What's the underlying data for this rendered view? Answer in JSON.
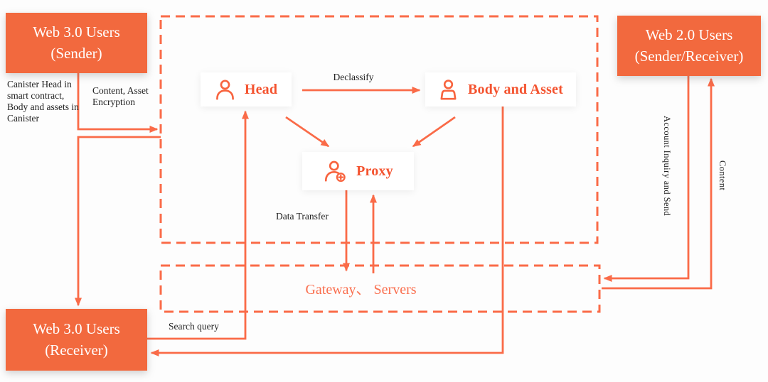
{
  "colors": {
    "box_fill": "#F2693E",
    "line": "#FA6B48",
    "node_label": "#F4532F",
    "gateway_text": "#FA7050",
    "note_text": "#222222",
    "box_text": "#ffffff"
  },
  "nodes": {
    "web3_sender": {
      "line1": "Web 3.0 Users",
      "line2": "(Sender)"
    },
    "web2_users": {
      "line1": "Web 2.0 Users",
      "line2": "(Sender/Receiver)"
    },
    "web3_receiver": {
      "line1": "Web 3.0 Users",
      "line2": "(Receiver)"
    },
    "head": {
      "label": "Head",
      "icon": "user-outline-icon"
    },
    "body_asset": {
      "label": "Body and Asset",
      "icon": "user-body-icon"
    },
    "proxy": {
      "label": "Proxy",
      "icon": "user-add-icon"
    },
    "gateway": {
      "label": "Gateway、 Servers"
    }
  },
  "edge_labels": {
    "canister_note": "Canister Head in smart contract, Body and assets in Canister",
    "content_encryption": "Content, Asset Encryption",
    "declassify": "Declassify",
    "data_transfer": "Data Transfer",
    "search_query": "Search query",
    "account_inquiry": "Account Inquiry and Send",
    "content": "Content"
  }
}
